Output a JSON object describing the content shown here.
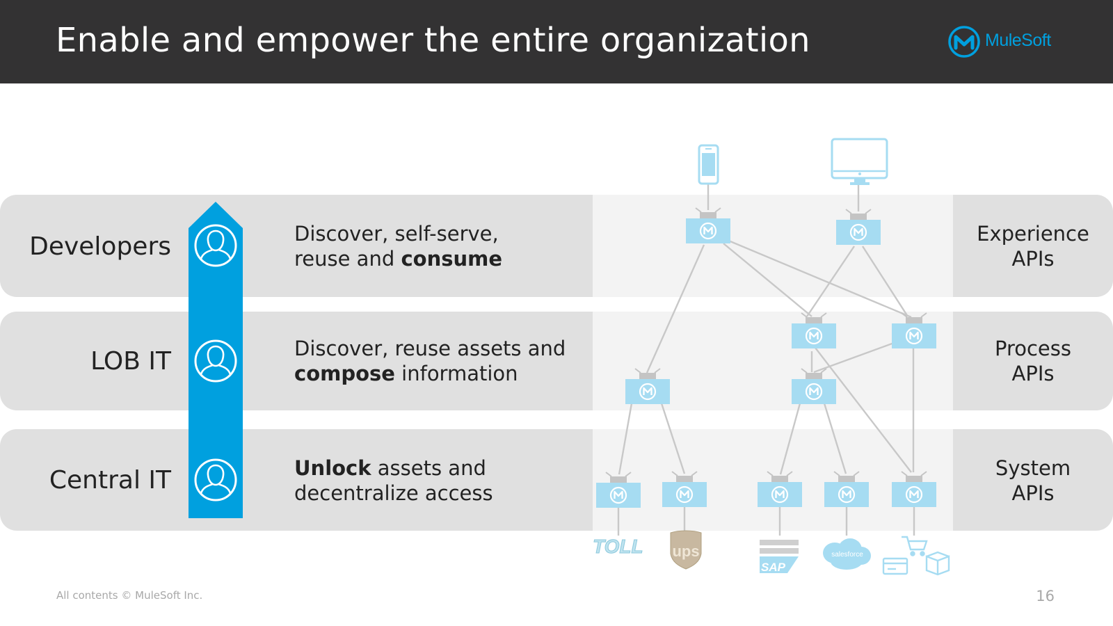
{
  "slide": {
    "title": "Enable and empower the entire organization",
    "brand": "MuleSoft",
    "footer": "All contents © MuleSoft Inc.",
    "page_number": "16"
  },
  "rows": [
    {
      "role": "Developers",
      "desc_line1": "Discover, self-serve,",
      "desc_line2_pre": "reuse and ",
      "desc_line2_bold": "consume",
      "desc_line2_post": "",
      "tier_line1": "Experience",
      "tier_line2": "APIs"
    },
    {
      "role": "LOB IT",
      "desc_line1": "Discover, reuse assets and",
      "desc_line2_pre": "",
      "desc_line2_bold": "compose",
      "desc_line2_post": " information",
      "tier_line1": "Process",
      "tier_line2": "APIs"
    },
    {
      "role": "Central IT",
      "desc_line1_bold": "Unlock",
      "desc_line1_post": " assets and",
      "desc_line2": "decentralize access",
      "tier_line1": "System",
      "tier_line2": "APIs"
    }
  ],
  "endpoint_logos": {
    "toll": "TOLL",
    "ups": "ups",
    "sap": "SAP",
    "salesforce": "salesforce"
  },
  "colors": {
    "header_bg": "#333233",
    "accent_blue": "#00a0df",
    "api_node": "#a6dcf2",
    "band_gray": "#e0e0e0",
    "band_light": "#f3f3f3",
    "connector": "#c8c8c8"
  }
}
